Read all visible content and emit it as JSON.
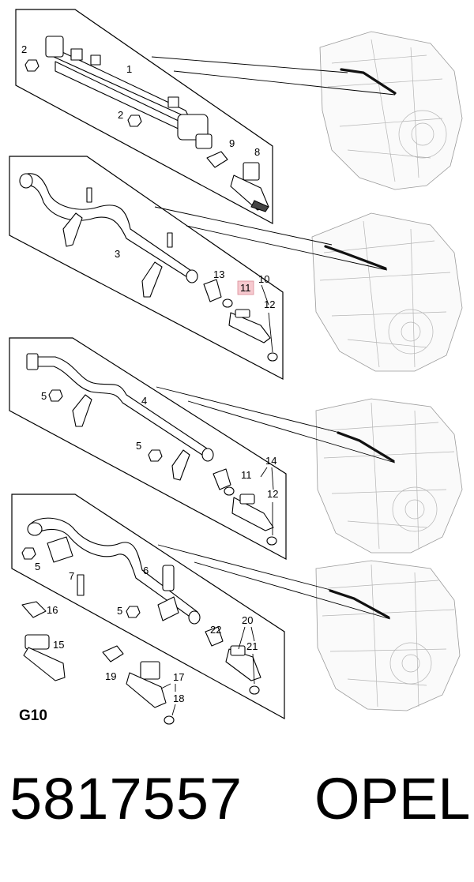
{
  "diagram": {
    "section_label": "G10",
    "part_number": "5817557",
    "brand": "OPEL",
    "highlighted_callout": "11",
    "panels": [
      {
        "callouts": [
          "1",
          "2",
          "2",
          "9",
          "8"
        ]
      },
      {
        "callouts": [
          "3",
          "13",
          "10",
          "11",
          "12"
        ]
      },
      {
        "callouts": [
          "4",
          "5",
          "5",
          "14",
          "11",
          "12"
        ]
      },
      {
        "callouts": [
          "5",
          "6",
          "7",
          "16",
          "5",
          "15",
          "19",
          "17",
          "18",
          "20",
          "22",
          "21"
        ]
      }
    ]
  }
}
